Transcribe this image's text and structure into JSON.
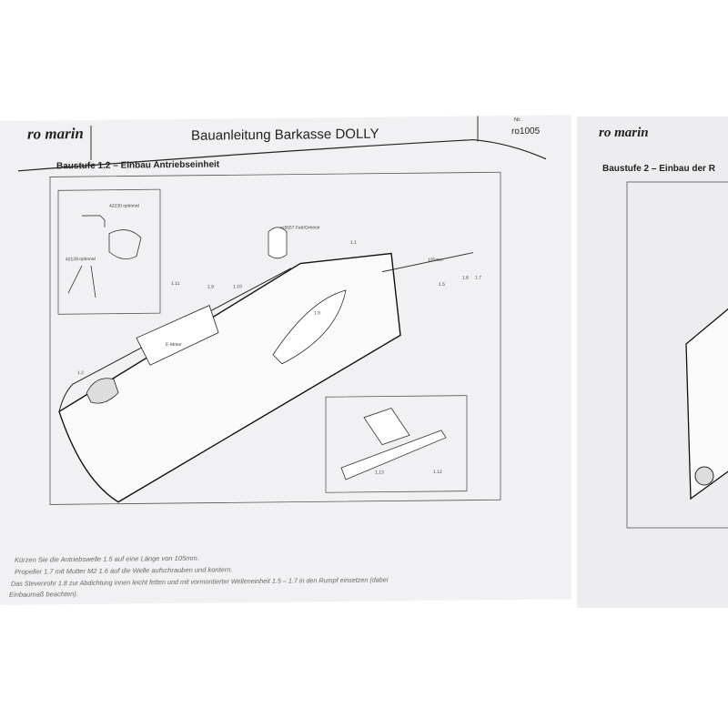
{
  "header": {
    "logo": "ro marin",
    "title": "Bauanleitung Barkasse DOLLY",
    "nr_label": "Nr.",
    "nr_value": "ro1005",
    "step_title": "Baustufe 1.2 – Einbau Antriebseinheit"
  },
  "diagram": {
    "labels": [
      "42230 optional",
      "42128 optional",
      "1.11",
      "1.9",
      "1.10",
      "ro5557 Fett/Grease",
      "1.1",
      "1.5",
      "1.6",
      "1.7",
      "1.8",
      "E-Motor",
      "1.2",
      "105mm",
      "1.13",
      "1.12"
    ]
  },
  "instructions": [
    "Kürzen Sie die Antriebswelle 1.5 auf eine Länge von 105mm.",
    "Propeller 1.7 mit Mutter M2 1.6 auf die Welle aufschrauben und kontern.",
    "Das Stevenrohr 1.8 zur Abdichtung innen leicht fetten und mit vormontierter Welleneinheit 1.5 – 1.7 in den Rumpf einsetzen (dabei",
    "Einbaumaß beachten)."
  ],
  "right_page": {
    "logo": "ro marin",
    "step_title": "Baustufe 2 – Einbau der R"
  }
}
